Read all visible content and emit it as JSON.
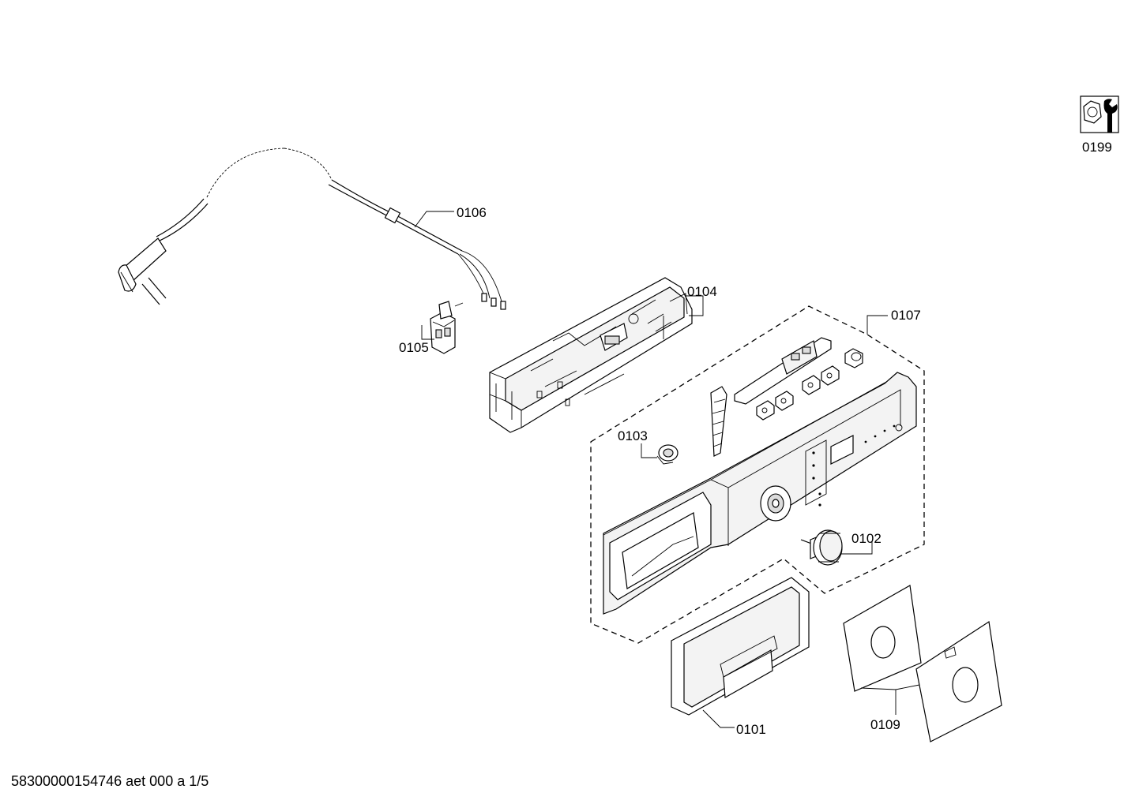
{
  "labels": {
    "p0101": "0101",
    "p0102": "0102",
    "p0103": "0103",
    "p0104": "0104",
    "p0105": "0105",
    "p0106": "0106",
    "p0107": "0107",
    "p0109": "0109",
    "p0199": "0199"
  },
  "footer": "58300000154746 aet 000 a 1/5"
}
